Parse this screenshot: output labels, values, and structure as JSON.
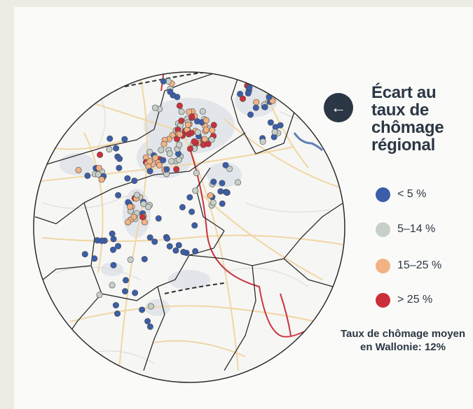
{
  "legend": {
    "title_lines": [
      "Écart au",
      "taux de",
      "chômage",
      "régional"
    ],
    "items": [
      {
        "label": "< 5 %",
        "color": "#3c5ea8"
      },
      {
        "label": "5–14 %",
        "color": "#c6cfc8"
      },
      {
        "label": "15–25 %",
        "color": "#f2b283"
      },
      {
        "label": "> 25 %",
        "color": "#cc2f3c"
      }
    ]
  },
  "average_note": {
    "lines": [
      "Taux de chômage moyen",
      "en Wallonie: 12%"
    ]
  },
  "icons": {
    "back": "arrow-left-icon"
  },
  "colors": {
    "road_main": "#c9343f",
    "road_secondary": "#f0d6a4",
    "border": "#2b2b2b",
    "urban": "#dfe2e8",
    "water": "#5f7fb5"
  }
}
